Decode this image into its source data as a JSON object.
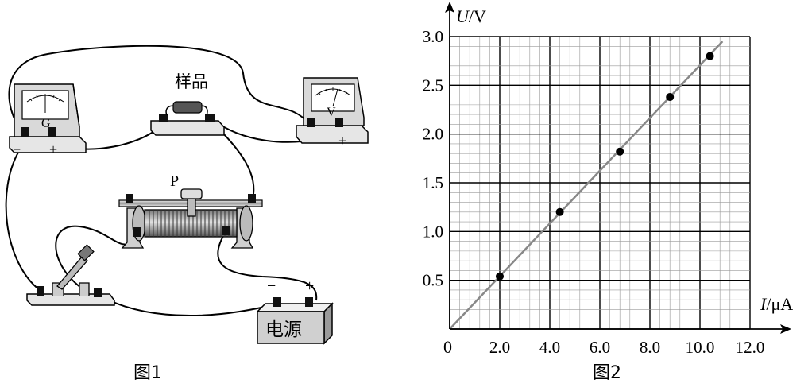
{
  "figure1": {
    "caption": "图1",
    "sample_label": "样品",
    "slider_label": "P",
    "galvanometer": {
      "letter": "G",
      "minus": "−",
      "plus": "+"
    },
    "voltmeter": {
      "letter": "V",
      "plus": "+"
    },
    "battery": {
      "label": "电源",
      "minus": "−",
      "plus": "+"
    }
  },
  "figure2": {
    "caption": "图2",
    "chart_data": {
      "type": "scatter",
      "x_label_italic": "I",
      "x_label_unit": "/μA",
      "y_label_italic": "U",
      "y_label_unit": "/V",
      "origin_label": "0",
      "xlim": [
        0,
        12
      ],
      "ylim": [
        0,
        3
      ],
      "x_ticks": [
        "2.0",
        "4.0",
        "6.0",
        "8.0",
        "10.0",
        "12.0"
      ],
      "y_ticks": [
        "0.5",
        "1.0",
        "1.5",
        "2.0",
        "2.5",
        "3.0"
      ],
      "points": [
        {
          "x": 2.0,
          "y": 0.54
        },
        {
          "x": 4.4,
          "y": 1.2
        },
        {
          "x": 6.8,
          "y": 1.82
        },
        {
          "x": 8.8,
          "y": 2.38
        },
        {
          "x": 10.4,
          "y": 2.8
        }
      ],
      "fit_line": {
        "x": [
          0,
          10.9
        ],
        "y": [
          0,
          2.95
        ]
      },
      "grid": {
        "major_x": 2,
        "major_y": 0.5,
        "minor_per_major": 5
      },
      "colors": {
        "fit": "#888888",
        "minor_grid": "#9a9a9a",
        "major_grid": "#000000"
      }
    }
  }
}
